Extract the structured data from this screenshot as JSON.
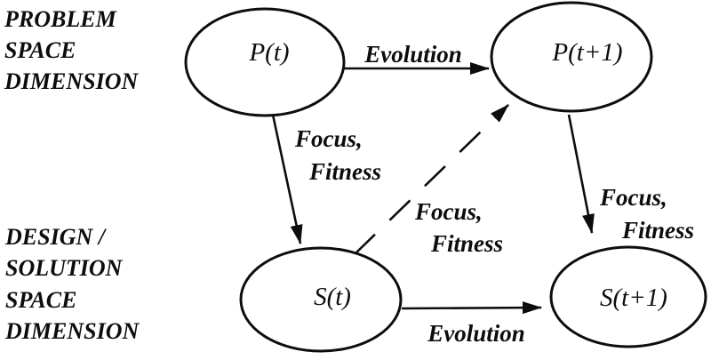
{
  "colors": {
    "background": "#ffffff",
    "ink": "#0d0d0d"
  },
  "dimension_labels": {
    "problem_space": {
      "line1": "PROBLEM",
      "line2": "SPACE",
      "line3": "DIMENSION"
    },
    "solution_space": {
      "line1": "DESIGN /",
      "line2": "SOLUTION",
      "line3": "SPACE",
      "line4": "DIMENSION"
    }
  },
  "nodes": {
    "problem_t": {
      "label": "P(t)"
    },
    "problem_t1": {
      "label": "P(t+1)"
    },
    "solution_t": {
      "label": "S(t)"
    },
    "solution_t1": {
      "label": "S(t+1)"
    }
  },
  "edges": {
    "problem_evolution": {
      "label": "Evolution",
      "style": "solid"
    },
    "solution_evolution": {
      "label": "Evolution",
      "style": "solid"
    },
    "focus_fitness_t": {
      "line1": "Focus,",
      "line2": "Fitness",
      "style": "solid"
    },
    "focus_fitness_cross": {
      "line1": "Focus,",
      "line2": "Fitness",
      "style": "dashed"
    },
    "focus_fitness_t1": {
      "line1": "Focus,",
      "line2": "Fitness",
      "style": "solid"
    }
  }
}
